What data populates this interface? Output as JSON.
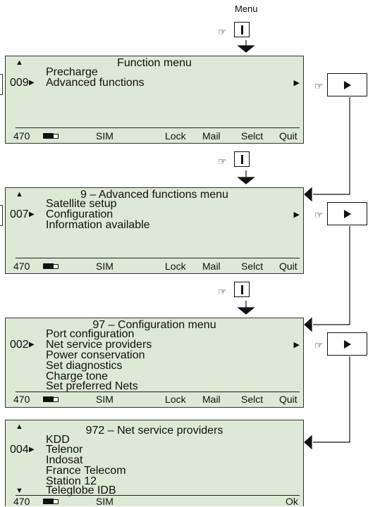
{
  "menu_key_label": "Menu",
  "screens": [
    {
      "title": "Function menu",
      "number": "009",
      "items": [
        "Precharge",
        "Advanced functions"
      ],
      "selected_index": 1,
      "softkeys": {
        "status": "470",
        "sim": "SIM",
        "k1": "Lock",
        "k2": "Mail",
        "k3": "Selct",
        "k4": "Quit"
      }
    },
    {
      "title": "9 – Advanced functions menu",
      "number": "007",
      "items": [
        "Satellite setup",
        "Configuration",
        "Information available"
      ],
      "selected_index": 1,
      "softkeys": {
        "status": "470",
        "sim": "SIM",
        "k1": "Lock",
        "k2": "Mail",
        "k3": "Selct",
        "k4": "Quit"
      }
    },
    {
      "title": "97 – Configuration menu",
      "number": "002",
      "items": [
        "Port configuration",
        "Net service providers",
        "Power conservation",
        "Set diagnostics",
        "Charge tone",
        "Set preferred Nets"
      ],
      "selected_index": 1,
      "softkeys": {
        "status": "470",
        "sim": "SIM",
        "k1": "Lock",
        "k2": "Mail",
        "k3": "Selct",
        "k4": "Quit"
      }
    },
    {
      "title": "972 – Net service providers",
      "number": "004",
      "items": [
        "KDD",
        "Telenor",
        "Indosat",
        "France Telecom",
        "Station 12",
        "Teleglobe IDB"
      ],
      "selected_index": 1,
      "softkeys": {
        "status": "470",
        "sim": "SIM",
        "ok": "Ok"
      }
    }
  ],
  "icons": {
    "menu_key": "menu-key-icon",
    "hand": "pointing-hand-icon",
    "scroll_up": "scroll-up-arrow-icon",
    "scroll_down": "scroll-down-arrow-icon",
    "battery": "battery-icon",
    "right_button": "right-arrow-button-icon"
  },
  "colors": {
    "screen_bg": "#dde8d5",
    "ink": "#111111"
  }
}
